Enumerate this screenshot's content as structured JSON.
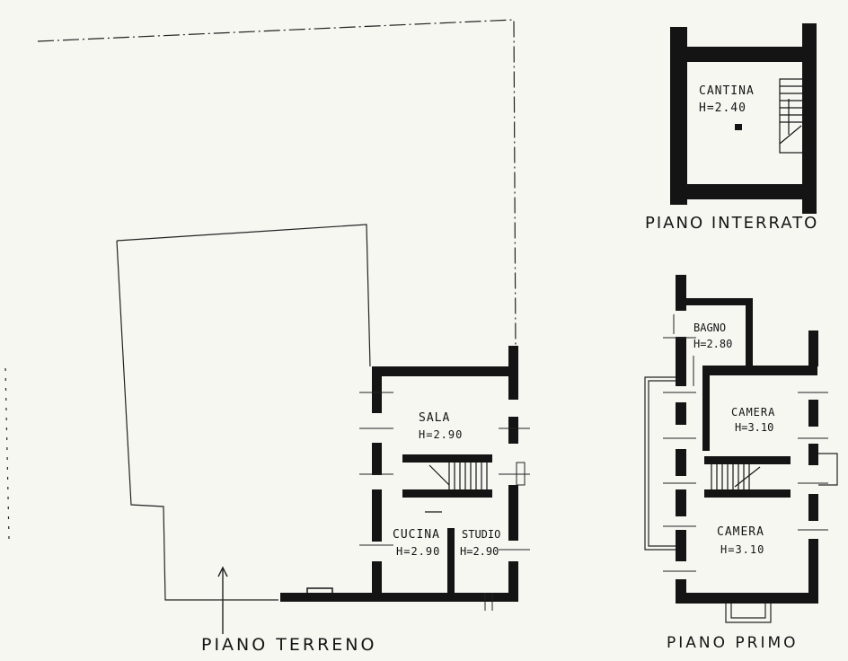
{
  "floors": {
    "terreno": {
      "title": "PIANO TERRENO",
      "rooms": [
        {
          "name": "SALA",
          "height": "H=2.90"
        },
        {
          "name": "CUCINA",
          "height": "H=2.90"
        },
        {
          "name": "STUDIO",
          "height": "H=2.90"
        }
      ]
    },
    "interrato": {
      "title": "PIANO INTERRATO",
      "rooms": [
        {
          "name": "CANTINA",
          "height": "H=2.40"
        }
      ]
    },
    "primo": {
      "title": "PIANO PRIMO",
      "rooms": [
        {
          "name": "BAGNO",
          "height": "H=2.80"
        },
        {
          "name": "CAMERA",
          "height": "H=3.10"
        },
        {
          "name": "CAMERA",
          "height": "H=3.10"
        }
      ]
    }
  },
  "colors": {
    "paper": "#f7f7f2",
    "ink": "#141414"
  }
}
